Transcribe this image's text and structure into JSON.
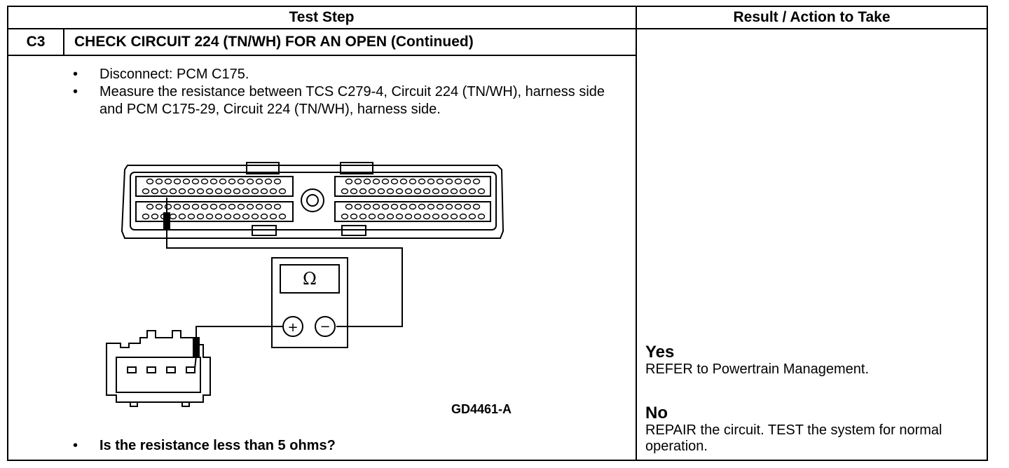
{
  "table": {
    "header": {
      "test_step": "Test Step",
      "result_action": "Result / Action to Take"
    },
    "step": {
      "id": "C3",
      "title": "CHECK CIRCUIT 224 (TN/WH) FOR AN OPEN (Continued)",
      "bullets": [
        "Disconnect: PCM C175.",
        "Measure the resistance between TCS C279-4, Circuit 224 (TN/WH), harness side and PCM C175-29, Circuit 224 (TN/WH), harness side."
      ],
      "bullet_symbol": "•",
      "question": "Is the resistance less than 5 ohms?",
      "figure": {
        "code": "GD4461-A",
        "meter_symbol": "Ω",
        "plus": "+",
        "minus": "−"
      }
    },
    "results": [
      {
        "answer": "Yes",
        "action": "REFER to Powertrain Management."
      },
      {
        "answer": "No",
        "action": "REPAIR the circuit. TEST the system for normal operation."
      }
    ]
  }
}
